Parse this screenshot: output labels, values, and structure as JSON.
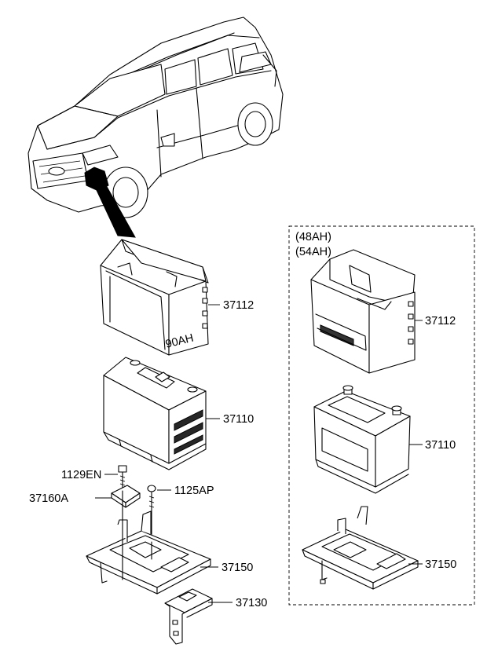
{
  "variant_box": {
    "capacity_1": "(48AH)",
    "capacity_2": "(54AH)"
  },
  "main_assembly": {
    "cover_marking": "90AH",
    "labels": {
      "cover": "37112",
      "battery": "37110",
      "bolt": "1129EN",
      "clamp": "37160A",
      "bolt_2": "1125AP",
      "tray": "37150",
      "bracket": "37130"
    }
  },
  "alt_assembly": {
    "labels": {
      "cover": "37112",
      "battery": "37110",
      "tray": "37150"
    }
  }
}
